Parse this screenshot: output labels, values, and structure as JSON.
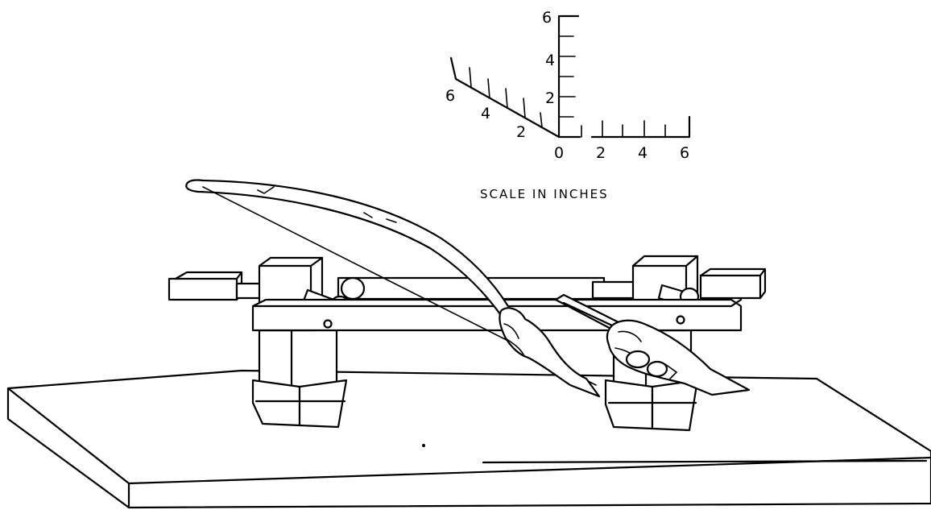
{
  "scale": {
    "caption": "SCALE IN INCHES",
    "vertical_ticks": [
      "6",
      "4",
      "2"
    ],
    "depth_ticks": [
      "6",
      "4",
      "2"
    ],
    "origin": "0",
    "horizontal_ticks": [
      "2",
      "4",
      "6"
    ]
  }
}
